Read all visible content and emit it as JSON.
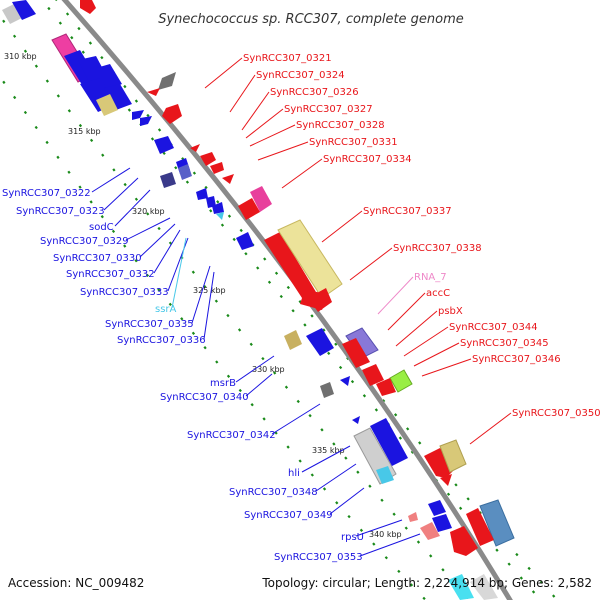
{
  "title": "Synechococcus sp. RCC307, complete genome",
  "footer": {
    "accession": "Accession: NC_009482",
    "topology": "Topology: circular; Length: 2,224,914 bp; Genes: 2,582"
  },
  "colors": {
    "forward": "#e8161b",
    "reverse": "#1b14e0",
    "rna": "#ee88c8",
    "misc": "#48c8e8",
    "backbone": "#8a8a8a",
    "tick": "#1a8a1a"
  },
  "ticks": [
    "310 kbp",
    "315 kbp",
    "320 kbp",
    "325 kbp",
    "330 kbp",
    "335 kbp",
    "340 kbp"
  ],
  "right_labels": [
    "SynRCC307_0321",
    "SynRCC307_0324",
    "SynRCC307_0326",
    "SynRCC307_0327",
    "SynRCC307_0328",
    "SynRCC307_0331",
    "SynRCC307_0334",
    "SynRCC307_0337",
    "SynRCC307_0338",
    "RNA_7",
    "accC",
    "psbX",
    "SynRCC307_0344",
    "SynRCC307_0345",
    "SynRCC307_0346",
    "SynRCC307_0350"
  ],
  "left_labels": [
    "SynRCC307_0322",
    "SynRCC307_0323",
    "sodC",
    "SynRCC307_0329",
    "SynRCC307_0330",
    "SynRCC307_0332",
    "SynRCC307_0333",
    "ssrA",
    "SynRCC307_0335",
    "SynRCC307_0336",
    "msrB",
    "SynRCC307_0340",
    "SynRCC307_0342",
    "hli",
    "SynRCC307_0348",
    "SynRCC307_0349",
    "rpsU",
    "SynRCC307_0353"
  ]
}
